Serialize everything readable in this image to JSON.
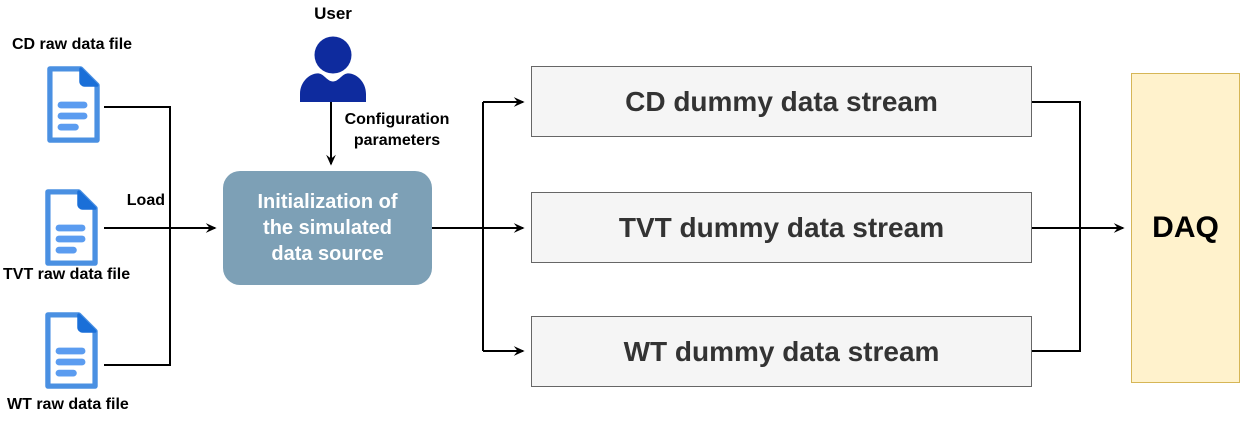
{
  "files": [
    {
      "label": "CD raw data file",
      "icon": "document-icon"
    },
    {
      "label": "TVT raw data file",
      "icon": "document-icon"
    },
    {
      "label": "WT raw data file",
      "icon": "document-icon"
    }
  ],
  "load_label": "Load",
  "user": {
    "label": "User",
    "icon": "person-icon"
  },
  "config": {
    "line1": "Configuration",
    "line2": "parameters"
  },
  "init_box": {
    "lines": [
      "Initialization of",
      "the simulated",
      "data source"
    ]
  },
  "streams": [
    {
      "label": "CD dummy data stream"
    },
    {
      "label": "TVT dummy data stream"
    },
    {
      "label": "WT dummy data stream"
    }
  ],
  "daq": {
    "label": "DAQ"
  },
  "colors": {
    "file_icon_outline": "#4a90e2",
    "file_icon_fold": "#1a6fd8",
    "file_icon_lines": "#5b9cf0",
    "user_icon": "#0e2b9e",
    "init_box_fill": "#7da0b6",
    "init_box_text": "#ffffff",
    "stream_box_fill": "#f5f5f5",
    "stream_box_border": "#666666",
    "stream_box_text": "#333333",
    "daq_fill": "#fff2cc",
    "daq_border": "#d6b656",
    "arrow": "#000000"
  }
}
